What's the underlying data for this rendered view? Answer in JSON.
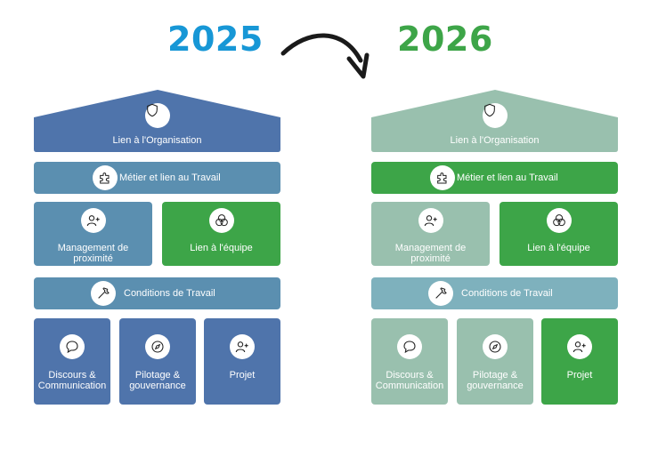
{
  "years": {
    "from": "2025",
    "to": "2026"
  },
  "colors": {
    "year_from": "#1797d6",
    "year_to": "#3da548",
    "blue_dark": "#4f74ab",
    "blue_mid": "#5b8fb0",
    "green": "#3da548",
    "sage": "#99c0ae",
    "teal": "#7eb1bd"
  },
  "houses": [
    {
      "year": "2025",
      "organisation": "Lien à l'Organisation",
      "metier": "Métier et lien au Travail",
      "management_line1": "Management de",
      "management_line2": "proximité",
      "equipe": "Lien à l'équipe",
      "conditions": "Conditions de Travail",
      "discours_line1": "Discours &",
      "discours_line2": "Communication",
      "pilotage_line1": "Pilotage &",
      "pilotage_line2": "gouvernance",
      "projet": "Projet"
    },
    {
      "year": "2026",
      "organisation": "Lien à l'Organisation",
      "metier": "Métier et lien au Travail",
      "management_line1": "Management de",
      "management_line2": "proximité",
      "equipe": "Lien à l'équipe",
      "conditions": "Conditions de Travail",
      "discours_line1": "Discours &",
      "discours_line2": "Communication",
      "pilotage_line1": "Pilotage &",
      "pilotage_line2": "gouvernance",
      "projet": "Projet"
    }
  ]
}
